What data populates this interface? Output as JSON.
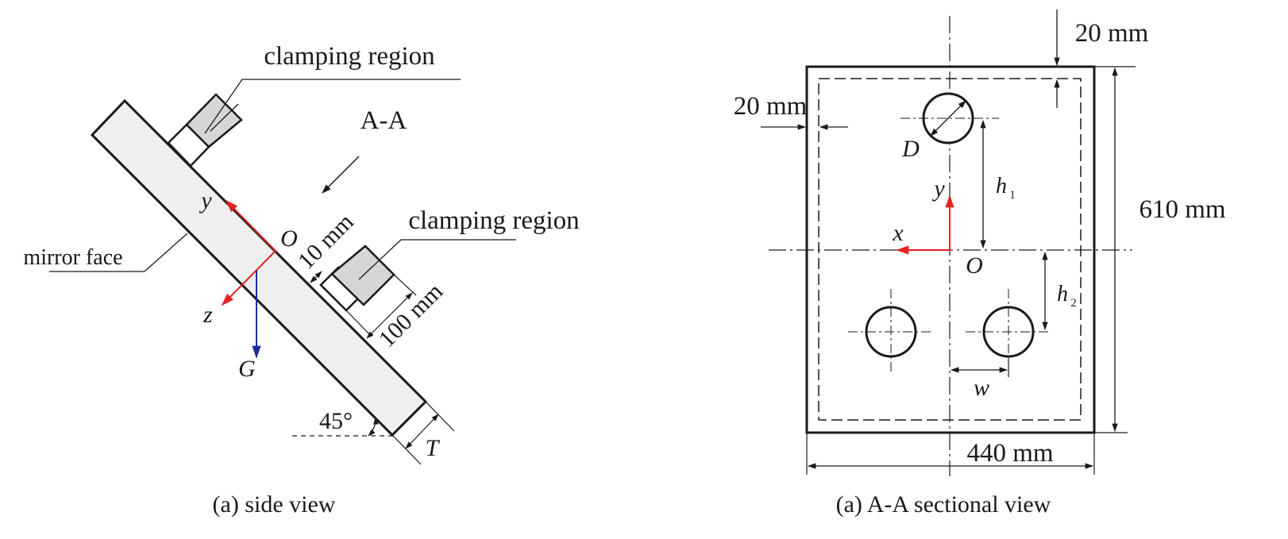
{
  "left": {
    "caption": "(a) side view",
    "labels": {
      "clamping_top": "clamping region",
      "clamping_bottom": "clamping region",
      "section": "A-A",
      "mirror_face": "mirror face",
      "origin": "O",
      "axis_y": "y",
      "axis_z": "z",
      "gravity": "G",
      "gap": "10 mm",
      "clamp_len": "100 mm",
      "angle": "45°",
      "thickness": "T"
    }
  },
  "right": {
    "caption": "(a) A-A sectional view",
    "labels": {
      "top_margin": "20 mm",
      "left_margin": "20 mm",
      "height": "610 mm",
      "width": "440 mm",
      "diameter": "D",
      "h1": "h",
      "h1_sub": "1",
      "h2": "h",
      "h2_sub": "2",
      "w": "w",
      "axis_x": "x",
      "axis_y": "y",
      "origin": "O"
    }
  },
  "colors": {
    "axis": "#e32222",
    "gravity": "#1f2aa0",
    "line": "#1a1a1a",
    "mirror_fill": "#efefef",
    "clamp_fill": "#d6d6d6"
  }
}
